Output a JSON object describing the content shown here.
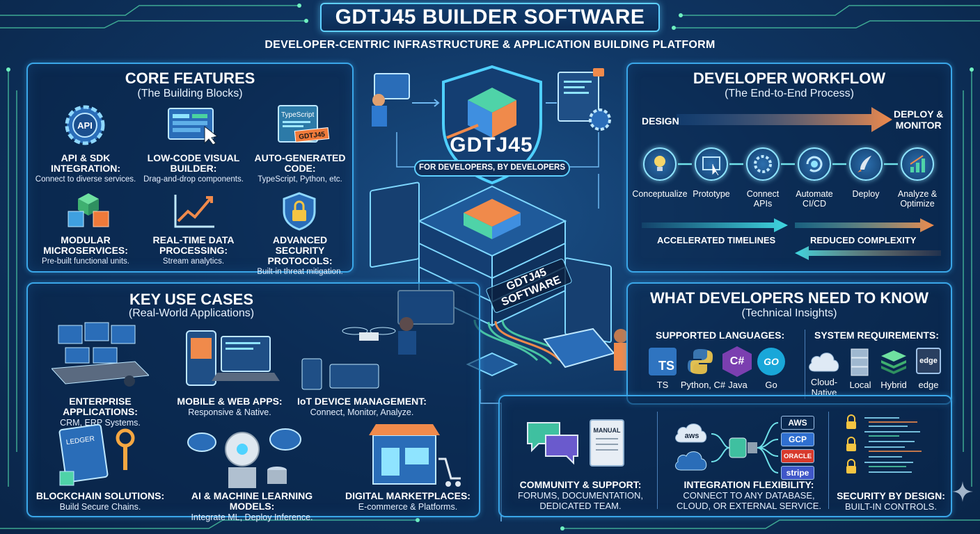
{
  "header": {
    "title": "GDTJ45 BUILDER SOFTWARE",
    "subtitle": "DEVELOPER-CENTRIC INFRASTRUCTURE & APPLICATION BUILDING PLATFORM"
  },
  "core_features": {
    "title": "CORE FEATURES",
    "subtitle": "(The Building Blocks)",
    "items": [
      {
        "title_1": "API & SDK",
        "title_2": "INTEGRATION:",
        "desc": "Connect to diverse services.",
        "icon": "api-gear-icon"
      },
      {
        "title_1": "LOW-CODE VISUAL",
        "title_2": "BUILDER:",
        "desc": "Drag-and-drop components.",
        "icon": "visual-builder-icon"
      },
      {
        "title_1": "AUTO-GENERATED",
        "title_2": "CODE:",
        "desc": "TypeScript, Python, etc.",
        "icon": "code-file-icon"
      },
      {
        "title_1": "MODULAR",
        "title_2": "MICROSERVICES:",
        "desc": "Pre-built functional units.",
        "icon": "cubes-icon"
      },
      {
        "title_1": "REAL-TIME DATA",
        "title_2": "PROCESSING:",
        "desc": "Stream analytics.",
        "icon": "chart-icon"
      },
      {
        "title_1": "ADVANCED SECURITY",
        "title_2": "PROTOCOLS:",
        "desc": "Built-in threat mitigation.",
        "icon": "shield-lock-icon"
      }
    ],
    "icon_texts": {
      "api": "API",
      "typescript": "TypeScript",
      "gdtj45": "GDTJ45"
    }
  },
  "center": {
    "logo_text": "GDTJ45",
    "tagline": "FOR DEVELOPERS, BY DEVELOPERS",
    "server_line_1": "GDTJ45",
    "server_line_2": "SOFTWARE"
  },
  "workflow": {
    "title": "DEVELOPER WORKFLOW",
    "subtitle": "(The End-to-End Process)",
    "start_label": "DESIGN",
    "end_label_1": "DEPLOY &",
    "end_label_2": "MONITOR",
    "steps": [
      {
        "line_1": "Conceptualize",
        "line_2": "",
        "icon": "lightbulb-icon"
      },
      {
        "line_1": "Prototype",
        "line_2": "",
        "icon": "cursor-window-icon"
      },
      {
        "line_1": "Connect",
        "line_2": "APIs",
        "icon": "api-connect-icon"
      },
      {
        "line_1": "Automate",
        "line_2": "CI/CD",
        "icon": "cycle-gear-icon"
      },
      {
        "line_1": "Deploy",
        "line_2": "",
        "icon": "rocket-icon"
      },
      {
        "line_1": "Analyze &",
        "line_2": "Optimize",
        "icon": "growth-chart-icon"
      }
    ],
    "benefit_1": "ACCELERATED TIMELINES",
    "benefit_2": "REDUCED COMPLEXITY"
  },
  "use_cases": {
    "title": "KEY USE CASES",
    "subtitle": "(Real-World Applications)",
    "items": [
      {
        "title": "ENTERPRISE APPLICATIONS:",
        "desc": "CRM, ERP Systems.",
        "icon": "office-workstation-icon"
      },
      {
        "title": "MOBILE & WEB APPS:",
        "desc": "Responsive & Native.",
        "icon": "mobile-laptop-icon"
      },
      {
        "title": "IoT DEVICE MANAGEMENT:",
        "desc": "Connect, Monitor, Analyze.",
        "icon": "drone-device-icon"
      },
      {
        "title": "BLOCKCHAIN SOLUTIONS:",
        "desc": "Build Secure Chains.",
        "icon": "ledger-key-icon"
      },
      {
        "title": "AI & MACHINE LEARNING MODELS:",
        "desc": "Integrate ML, Deploy Inference.",
        "icon": "robot-cloud-icon"
      },
      {
        "title": "DIGITAL MARKETPLACES:",
        "desc": "E-commerce & Platforms.",
        "icon": "storefront-cart-icon"
      }
    ],
    "ledger_text": "LEDGER"
  },
  "know": {
    "title": "WHAT DEVELOPERS NEED TO KNOW",
    "subtitle": "(Technical Insights)",
    "languages_title": "SUPPORTED LANGUAGES:",
    "languages": [
      {
        "label": "TS",
        "badge": "TS",
        "color": "#2f74c0"
      },
      {
        "label": "Python, C#",
        "badge": "",
        "color": "#f3c94a"
      },
      {
        "label": "Java",
        "badge": "C#",
        "color": "#7b3fb0"
      },
      {
        "label": "Go",
        "badge": "GO",
        "color": "#19a7d9"
      }
    ],
    "requirements_title": "SYSTEM REQUIREMENTS:",
    "requirements": [
      {
        "line_1": "Cloud-",
        "line_2": "Native",
        "icon": "cloud-icon"
      },
      {
        "line_1": "Local",
        "line_2": "",
        "icon": "server-icon"
      },
      {
        "line_1": "Hybrid",
        "line_2": "",
        "icon": "layers-icon"
      },
      {
        "line_1": "edge",
        "line_2": "",
        "icon": "edge-chip-icon",
        "badge": "edge"
      }
    ]
  },
  "bottom": {
    "community": {
      "line_1": "COMMUNITY & SUPPORT:",
      "line_2": "FORUMS, DOCUMENTATION,",
      "line_3": "DEDICATED TEAM.",
      "manual": "MANUAL"
    },
    "integration": {
      "line_1": "INTEGRATION FLEXIBILITY:",
      "line_2": "CONNECT TO ANY DATABASE,",
      "line_3": "CLOUD, OR EXTERNAL SERVICE.",
      "source": "aws",
      "services": [
        {
          "name": "AWS",
          "color": "#1c2c44"
        },
        {
          "name": "GCP",
          "color": "#2f6fd0"
        },
        {
          "name": "ORACLE",
          "color": "#d83a2c"
        },
        {
          "name": "stripe",
          "color": "#3f56c8"
        }
      ]
    },
    "security": {
      "line_1": "SECURITY BY DESIGN:",
      "line_2": "BUILT-IN CONTROLS."
    }
  },
  "colors": {
    "accent": "#3aa6e8",
    "orange": "#f08a4b",
    "teal": "#3fd6e0",
    "background": "#0f3562"
  }
}
